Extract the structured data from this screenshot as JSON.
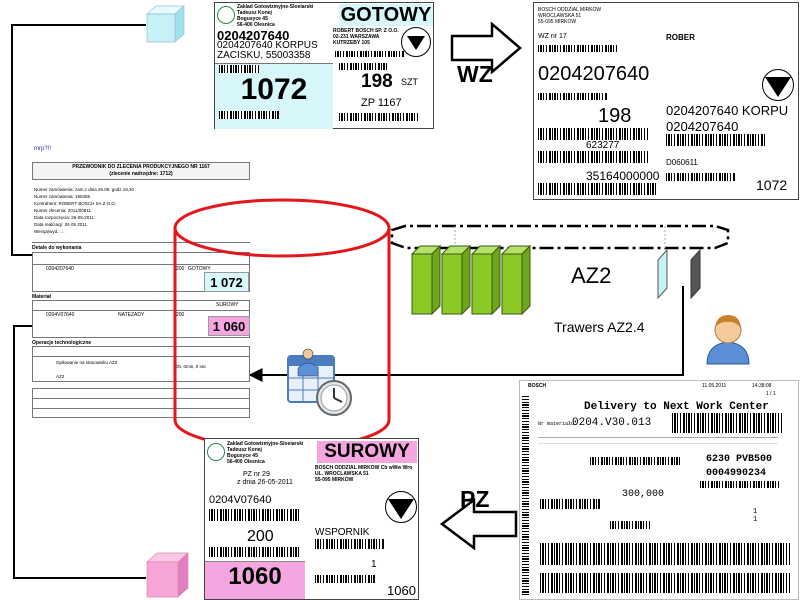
{
  "label_gotowy": {
    "sender": [
      "Zaklad Gotowizmyjne-Sloeiarski",
      "Tadeusz Konej",
      "Bogusyce 45",
      "56-400 Olesnica"
    ],
    "status": "GOTOWY",
    "code": "0204207640",
    "code_name": "0204207640 KORPUS",
    "place": "ZACISKU, 55003358",
    "receiver": [
      "ROBERT BOSCH SP. Z O.O.",
      "02-231 WARSZAWA",
      "KUTRZEBY 105"
    ],
    "qty_big": "1072",
    "qty": "198",
    "unit": "SZT",
    "zp": "ZP 1167"
  },
  "wz_label": "WZ",
  "pz_label": "PZ",
  "label_wz_doc": {
    "receiver": [
      "BOSCH ODDZIAL MIRKOW",
      "WROCLAWSKA 51",
      "55-095 MIRKOW"
    ],
    "wz_no": "WZ nr 17",
    "rober": "ROBER",
    "code": "0204207640",
    "qty": "198",
    "code_korpu": "0204207640 KORPU",
    "code2": "0204207640",
    "num1": "623277",
    "num2": "D060611",
    "num3": "35164000000",
    "qty_big": "1072"
  },
  "order_doc": {
    "logo": "mrp?!!",
    "title": "PRZEWODNIK DO ZLECENIA PRODUKCYJNEGO NR 1167",
    "subtitle": "(zlecenie nadrzędne: 1712)",
    "info": [
      "Numer zamówienia: zam.z dnia 26.05. godz.19,30",
      "Numer zamówienia: 190455",
      "Kontrahent: ROBERT BOSCH SA Z.O.O.",
      "Numer zlecenia: 2011/00811",
      "Data rozpoczęcia: 26-05-2011",
      "Data realizacji: 26 05 2011",
      "Wersja/wyd.: ..."
    ],
    "section1": "Detale do wykonania",
    "row1_code": "0204207640",
    "row1_qty": "200",
    "row1_status": "GOTOWY",
    "row1_big": "1 072",
    "section2": "Materiał",
    "row2_code": "0204V07640",
    "row2_name": "NATEZADY",
    "row2_qty": "200",
    "row2_status": "SUROWY",
    "row2_big": "1 060",
    "section3": "Operacje technologiczne",
    "op_row": "Opiłowanie na stanowisku AZ2",
    "op_time": "0h, 0min, 0 sec",
    "op_code": "AZ2"
  },
  "az2": {
    "label": "AZ2",
    "trawers": "Trawers AZ2.4"
  },
  "label_surowy": {
    "sender": [
      "Zaklad Gotowizmyjne-Sloeiarski",
      "Tadeusz Konej",
      "Bogusyce 45",
      "56-400 Olesnica"
    ],
    "status": "SUROWY",
    "pz_no": "PZ nr 29",
    "date": "z dnia 26-05-2011",
    "receiver": [
      "BOSCH ODDZIAL MIRKOW Cb wWw Wro",
      "UL. WROCLAWSKA 51",
      "55-095 MIRKOW"
    ],
    "code": "0204V07640",
    "qty": "200",
    "name": "WSPORNIK",
    "qty_big": "1060",
    "num": "1",
    "bottom_qty": "1060"
  },
  "delivery_doc": {
    "brand": "BOSCH",
    "date": "11.05.2011",
    "time": "14:38:08",
    "page": "1 / 1",
    "title": "Delivery to Next Work Center",
    "part_label": "Nr materiału:",
    "part_no": "0204.V30.013",
    "batch": "6230 PVB500",
    "order_no": "0004990234",
    "qty": "300,000",
    "num1": "1",
    "num2": "1"
  },
  "colors": {
    "cyan": "#d8f7fb",
    "pink": "#f5a6e0",
    "red": "#e3161b",
    "green": "#8ac926",
    "gotowy_cube": "#c7f2f5",
    "surowy_cube": "#f7a5d6"
  }
}
